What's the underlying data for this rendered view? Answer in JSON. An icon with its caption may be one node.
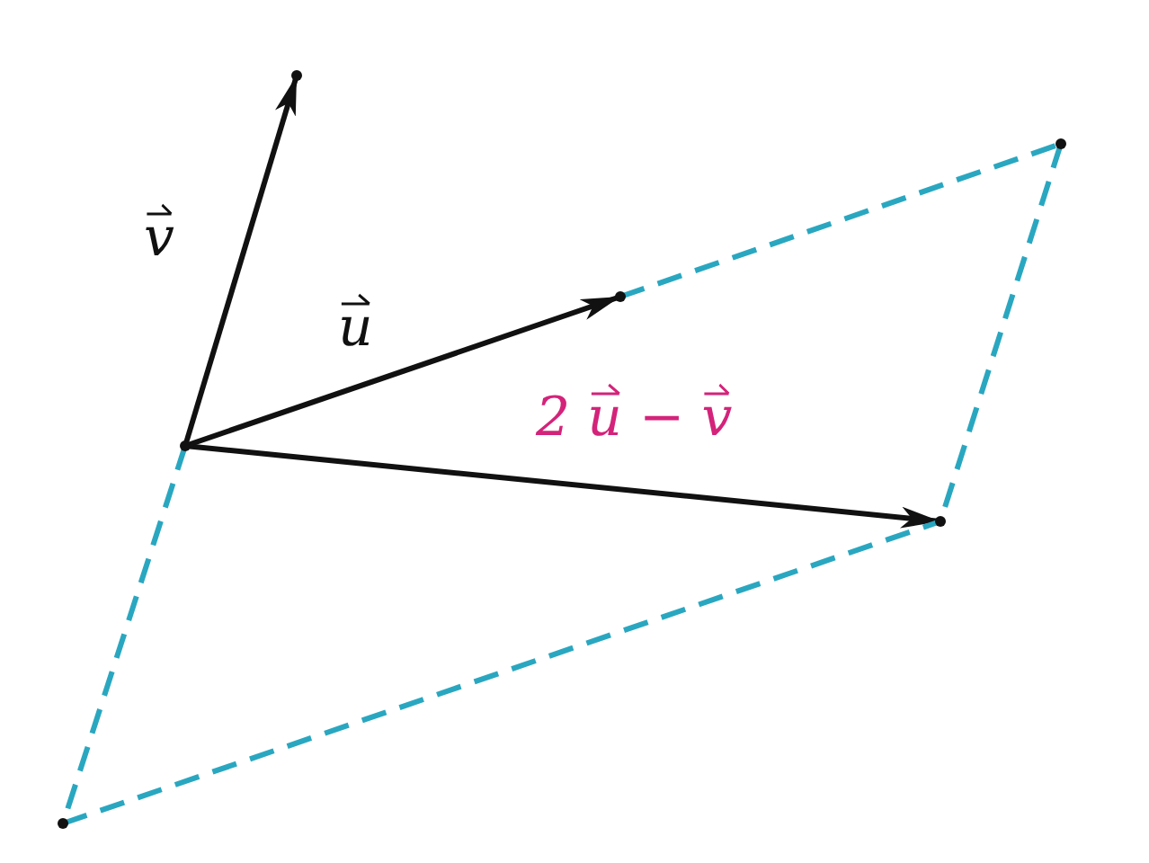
{
  "diagram": {
    "nodes": [
      {
        "text": [],
        "shape": "point"
      },
      {
        "text": [],
        "shape": "point"
      },
      {
        "text": [],
        "shape": "point"
      },
      {
        "text": [],
        "shape": "point"
      },
      {
        "text": [],
        "shape": "point"
      },
      {
        "text": [],
        "shape": "point"
      }
    ],
    "edges": [
      {
        "from": 0,
        "to": 1,
        "arrow": "to",
        "label": "v",
        "color": "#111111"
      },
      {
        "from": 0,
        "to": 2,
        "arrow": "to",
        "label": "u",
        "color": "#111111"
      },
      {
        "from": 0,
        "to": 3,
        "arrow": "to",
        "label": "2 u − v",
        "color": "#111111"
      },
      {
        "from": 2,
        "to": 4,
        "arrow": "none",
        "style": "dashed",
        "color": "#2aa7c0"
      },
      {
        "from": 4,
        "to": 3,
        "arrow": "none",
        "style": "dashed",
        "color": "#2aa7c0"
      },
      {
        "from": 0,
        "to": 5,
        "arrow": "none",
        "style": "dashed",
        "color": "#2aa7c0"
      },
      {
        "from": 5,
        "to": 3,
        "arrow": "none",
        "style": "dashed",
        "color": "#2aa7c0"
      }
    ]
  }
}
